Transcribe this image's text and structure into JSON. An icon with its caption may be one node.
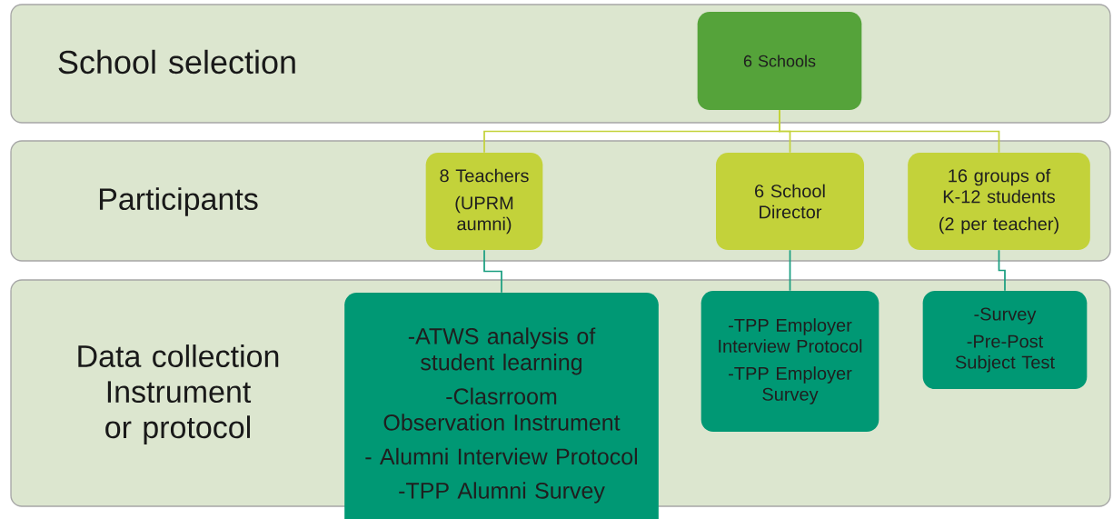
{
  "diagram": {
    "nodes": [
      {
        "text": [
          "School selection"
        ]
      },
      {
        "text": [
          "6 Schools"
        ],
        "in": 0
      },
      {
        "text": [
          "Participants"
        ]
      },
      {
        "text": [
          "8 Teachers",
          "(UPRM aumni)"
        ],
        "in": 2
      },
      {
        "text": [
          "6 School Director"
        ],
        "in": 2
      },
      {
        "text": [
          "16 groups of K-12 students",
          "(2 per teacher)"
        ],
        "in": 2
      },
      {
        "text": [
          "Data collection Instrument or protocol"
        ]
      },
      {
        "text": [
          "-ATWS analysis of student learning",
          "-Clasrroom Observation Instrument",
          "- Alumni Interview Protocol",
          "-TPP Alumni Survey"
        ]
      },
      {
        "text": [
          "-TPP Employer Interview Protocol",
          "-TPP Employer Survey"
        ],
        "in": 6
      },
      {
        "text": [
          "-Survey",
          "-Pre-Post Subject Test"
        ],
        "in": 6
      }
    ],
    "edges": [
      {
        "from": 1,
        "to": 3,
        "arrow": "none",
        "color": "#c3d23a"
      },
      {
        "from": 1,
        "to": 4,
        "arrow": "none",
        "color": "#c3d23a"
      },
      {
        "from": 1,
        "to": 5,
        "arrow": "none",
        "color": "#c3d23a"
      },
      {
        "from": 3,
        "to": 7,
        "arrow": "none",
        "color": "#1a9e80"
      },
      {
        "from": 4,
        "to": 8,
        "arrow": "none",
        "color": "#1a9e80"
      },
      {
        "from": 5,
        "to": 9,
        "arrow": "none",
        "color": "#1a9e80"
      }
    ]
  }
}
